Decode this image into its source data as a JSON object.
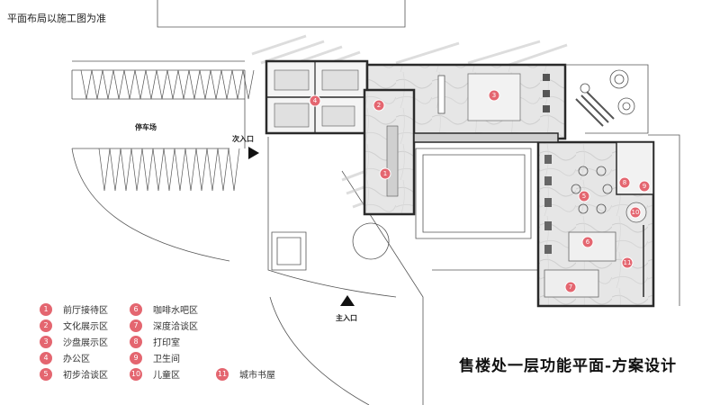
{
  "note": "平面布局以施工图为准",
  "title": "售楼处一层功能平面-方案设计",
  "labels": {
    "parking": "停车场",
    "secondary_entrance": "次入口",
    "main_entrance": "主入口"
  },
  "legend": [
    {
      "num": "1",
      "label": "前厅接待区"
    },
    {
      "num": "2",
      "label": "文化展示区"
    },
    {
      "num": "3",
      "label": "沙盘展示区"
    },
    {
      "num": "4",
      "label": "办公区"
    },
    {
      "num": "5",
      "label": "初步洽谈区"
    },
    {
      "num": "6",
      "label": "咖啡水吧区"
    },
    {
      "num": "7",
      "label": "深度洽谈区"
    },
    {
      "num": "8",
      "label": "打印室"
    },
    {
      "num": "9",
      "label": "卫生间"
    },
    {
      "num": "10",
      "label": "儿童区"
    },
    {
      "num": "11",
      "label": "城市书屋"
    }
  ],
  "colors": {
    "marker": "#e46670",
    "wall": "#2a2a2a",
    "floor": "#e4e4e4"
  }
}
